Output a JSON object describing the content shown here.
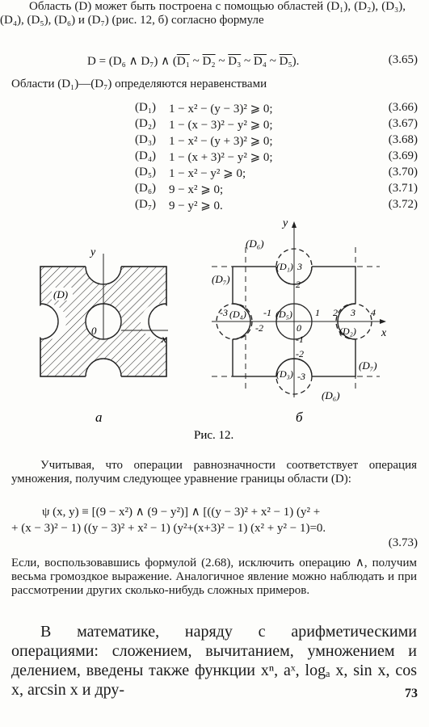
{
  "intro": "Область (D) может быть построена с помощью областей (D₁), (D₂), (D₃), (D₄), (D₅), (D₆) и (D₇) (рис. 12, б) согласно формуле",
  "formula_365": {
    "lhs": "D = (D₆ ∧ D₇) ∧ (",
    "d1": "D₁",
    "s1": " ~ ",
    "d2": "D₂",
    "s2": " ~ ",
    "d3": "D₃",
    "s3": " ~ ",
    "d4": "D₄",
    "s4": " ~ ",
    "d5": "D₅",
    "rhs": ").",
    "number": "(3.65)"
  },
  "defs_intro": "Области (D₁)—(D₇) определяются неравенствами",
  "inequalities": [
    {
      "label": "(D₁)",
      "expr": "1 − x² − (y − 3)² ⩾ 0;",
      "number": "(3.66)"
    },
    {
      "label": "(D₂)",
      "expr": "1 − (x − 3)² − y² ⩾ 0;",
      "number": "(3.67)"
    },
    {
      "label": "(D₃)",
      "expr": "1 − x² − (y + 3)² ⩾ 0;",
      "number": "(3.68)"
    },
    {
      "label": "(D₄)",
      "expr": "1 − (x + 3)² − y² ⩾ 0;",
      "number": "(3.69)"
    },
    {
      "label": "(D₅)",
      "expr": "1 − x² − y² ⩾ 0;",
      "number": "(3.70)"
    },
    {
      "label": "(D₆)",
      "expr": "9 − x² ⩾ 0;",
      "number": "(3.71)"
    },
    {
      "label": "(D₇)",
      "expr": "9 − y² ⩾ 0.",
      "number": "(3.72)"
    }
  ],
  "figure": {
    "a": {
      "axis_y": "y",
      "axis_x": "x",
      "origin": "0",
      "label_d": "(D)",
      "sublabel": "а"
    },
    "b": {
      "axis_y": "y",
      "axis_x": "x",
      "sublabel": "б",
      "regions": [
        "(D₆)",
        "(D₇)",
        "(D₁)",
        "(D₄)",
        "(D₅)",
        "(D₂)",
        "(D₃)",
        "(D₇)",
        "(D₆)"
      ],
      "ticks": [
        "3",
        "2",
        "-3",
        "-1",
        "1",
        "2",
        "3",
        "4",
        "-2",
        "0",
        "-1",
        "-2",
        "-3"
      ]
    },
    "caption": "Рис. 12."
  },
  "para1": "Учитывая, что операции равнозначности соответствует операция умножения, получим следующее уравнение границы области (D):",
  "formula_373_line1": "ψ (x, y) ≡ [(9 − x²) ∧ (9 − y²)] ∧ [((y − 3)² + x² − 1) (y² +",
  "formula_373_line2": "+ (x − 3)² − 1) ((y − 3)² + x² − 1) (y²+(x+3)² − 1) (x² + y² − 1)=0.",
  "formula_373_number": "(3.73)",
  "para2": "Если, воспользовавшись формулой (2.68), исключить операцию ∧, получим весьма громоздкое выражение. Аналогичное явление можно наблюдать и при рассмотрении других сколько-нибудь сложных примеров.",
  "para3": "В математике, наряду с арифметическими операциями: сложением, вычитанием, умножением и делением, введены также функции xⁿ, aˣ, logₐ x, sin x, cos x, arcsin x и дру-",
  "page_number": "73"
}
